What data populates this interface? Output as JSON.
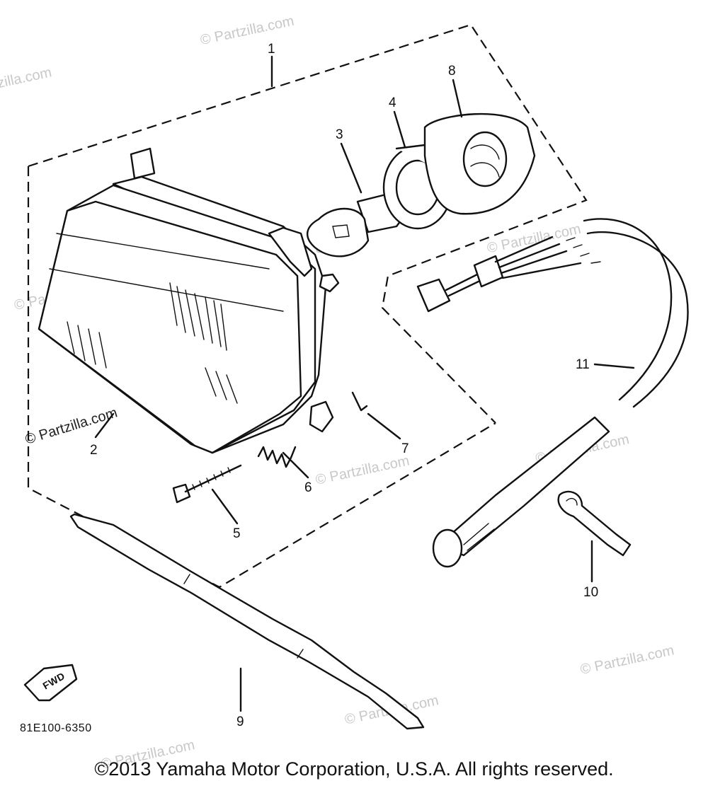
{
  "diagram": {
    "callouts": [
      "1",
      "2",
      "3",
      "4",
      "5",
      "6",
      "7",
      "8",
      "9",
      "10",
      "11"
    ],
    "diagram_code": "81E100-6350",
    "fwd_label": "FWD",
    "watermark": "© Partzilla.com"
  },
  "footer": {
    "copyright": "©2013 Yamaha Motor Corporation, U.S.A. All rights reserved."
  }
}
